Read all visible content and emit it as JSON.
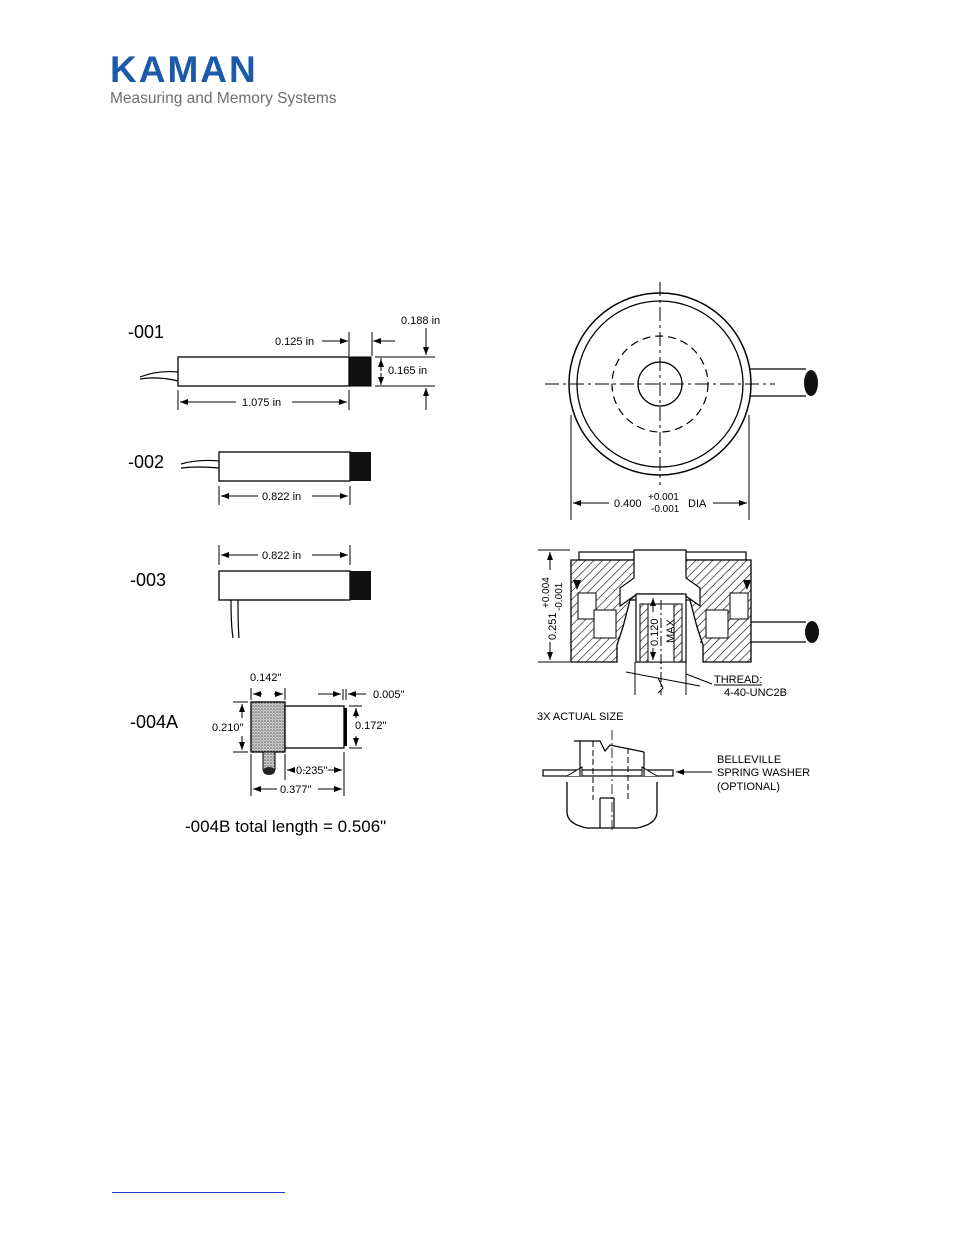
{
  "brand": {
    "name": "KAMAN",
    "tagline": "Measuring and Memory Systems",
    "color": "#1b5aa8",
    "tagline_color": "#6d6e71"
  },
  "sensors": {
    "s001": {
      "label": "-001",
      "dims": {
        "face_length": "0.125 in",
        "tip": "0.188 in",
        "diameter": "0.165 in",
        "body_length": "1.075 in"
      }
    },
    "s002": {
      "label": "-002",
      "dims": {
        "body_length": "0.822 in"
      }
    },
    "s003": {
      "label": "-003",
      "dims": {
        "body_length": "0.822 in"
      }
    },
    "s004a": {
      "label": "-004A",
      "dims": {
        "head_length": "0.142\"",
        "gap": "0.005\"",
        "head_diameter": "0.210\"",
        "body_diameter": "0.172\"",
        "body_length": "0.235\"",
        "total_length": "0.377\""
      }
    },
    "s004b_note": "-004B total length = 0.506\""
  },
  "target_view": {
    "dia_nominal": "0.400",
    "dia_tol_plus": "+0.001",
    "dia_tol_minus": "-0.001",
    "dia_suffix": "DIA"
  },
  "section_view": {
    "height_nominal": "0.251",
    "height_tol_plus": "+0.004",
    "height_tol_minus": "-0.001",
    "depth_value": "0.120",
    "depth_suffix": "MAX",
    "thread_label": "THREAD:",
    "thread_value": "4-40-UNC2B",
    "scale_note": "3X ACTUAL SIZE"
  },
  "washer_view": {
    "line1": "BELLEVILLE",
    "line2": "SPRING WASHER",
    "line3": "(OPTIONAL)"
  }
}
